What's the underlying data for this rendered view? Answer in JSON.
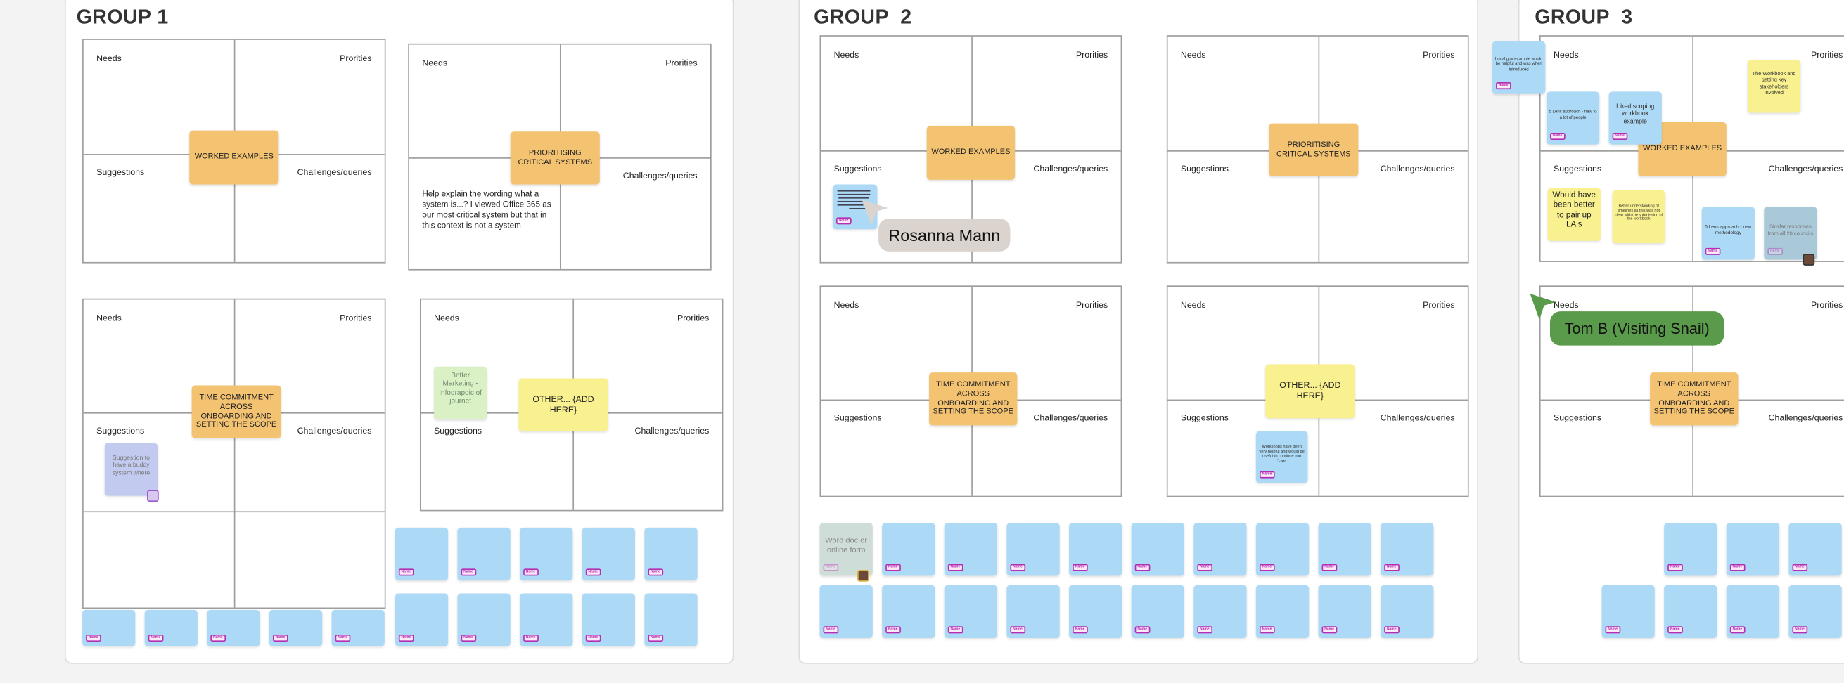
{
  "groups": [
    {
      "title": "GROUP 1"
    },
    {
      "title": "GROUP  2"
    },
    {
      "title": "GROUP  3"
    }
  ],
  "quadrant_labels": {
    "needs": "Needs",
    "priorities": "Prorities",
    "suggestions": "Suggestions",
    "challenges": "Challenges/queries"
  },
  "name_tag": "Name",
  "colors": {
    "orange_card": "#f4c371",
    "yellow": "#f9f08f",
    "blue_note": "#acd9f5",
    "purple_note": "#c2cbef",
    "green_note": "#d9f1c5",
    "gray_note": "#cfddd8",
    "slate_note": "#a9c8d8",
    "rosanna_cursor": "#dbd3cd",
    "tom_cursor": "#5a9a4b"
  },
  "boards": [
    {
      "card": "WORKED EXAMPLES"
    },
    {
      "card": "PRIORITISING CRITICAL SYSTEMS",
      "free_text": "Help explain the wording what a system is...? I viewed Office 365 as our most critical system but that in this context is not a system"
    },
    {
      "card": "TIME COMMITMENT ACROSS ONBOARDING AND SETTING THE SCOPE"
    },
    {
      "card": "OTHER...  {ADD HERE}"
    },
    {
      "card": "WORKED EXAMPLES"
    },
    {
      "card": "PRIORITISING CRITICAL SYSTEMS"
    },
    {
      "card": "TIME COMMITMENT ACROSS ONBOARDING AND SETTING THE SCOPE"
    },
    {
      "card": "OTHER...  {ADD HERE}"
    },
    {
      "card": "WORKED  EXAMPLES"
    },
    {
      "card": "TIME COMMITMENT ACROSS ONBOARDING AND SETTING THE SCOPE"
    }
  ],
  "notes": [
    {
      "text": "Suggestion to have a buddy system where"
    },
    {
      "text": "Better Marketing - Infograpgic of journet"
    },
    {
      "text": "Workshops have been very helpful and would be useful to continue into 'Live'"
    },
    {
      "text": "Word doc or online form"
    },
    {
      "text": "Local gov example would be helpful and was when introduced"
    },
    {
      "text": "5 Lens approach - new to a lot of people"
    },
    {
      "text": "Liked scoping workbook example"
    },
    {
      "text": "The Workbook and getting key stakeholders involved"
    },
    {
      "text": "Would have been better to pair up LA's"
    },
    {
      "text": "Better understanding of timelines as this was not clear with the submission of the workbook"
    },
    {
      "text": "5 Lens approach - new methodology"
    },
    {
      "text": "Similar responses from all 20 councils"
    }
  ],
  "cursors": [
    {
      "name": "Rosanna Mann"
    },
    {
      "name": "Tom B (Visiting Snail)"
    }
  ]
}
